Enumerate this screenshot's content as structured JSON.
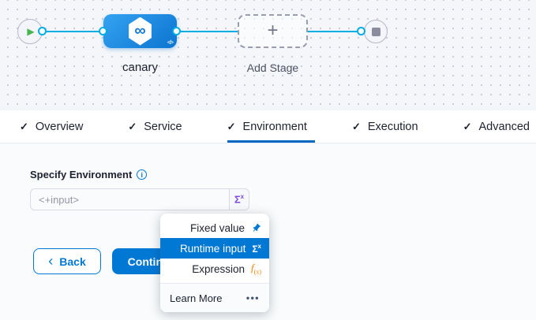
{
  "colors": {
    "accent_blue": "#0278d5",
    "line_blue": "#00ade4",
    "active_tab_underline": "#0368c4",
    "node_gradient_start": "#35a3f1",
    "node_gradient_end": "#0b74d0",
    "play_green": "#46b450",
    "sigma_purple": "#7d4bdb",
    "expression_orange": "#ff7e00"
  },
  "icons": {
    "check": "✓",
    "play": "▶",
    "plus": "+",
    "infinity": "∞",
    "code": "</>",
    "info": "i",
    "more_dots": "•••",
    "back_chevron": "‹"
  },
  "pipeline": {
    "stage_label": "canary",
    "add_stage_label": "Add Stage"
  },
  "tabs": [
    {
      "label": "Overview"
    },
    {
      "label": "Service"
    },
    {
      "label": "Environment"
    },
    {
      "label": "Execution"
    },
    {
      "label": "Advanced"
    }
  ],
  "form": {
    "label": "Specify Environment",
    "input_value": "<+input>",
    "sigma": "Σ",
    "sigma_sup": "x"
  },
  "footer_buttons": {
    "back": "Back",
    "continue": "Continue"
  },
  "dropdown": {
    "items": [
      {
        "label": "Fixed value"
      },
      {
        "label": "Runtime input"
      },
      {
        "label": "Expression"
      }
    ],
    "fx_f": "f",
    "fx_sub": "(x)",
    "footer_label": "Learn More"
  }
}
